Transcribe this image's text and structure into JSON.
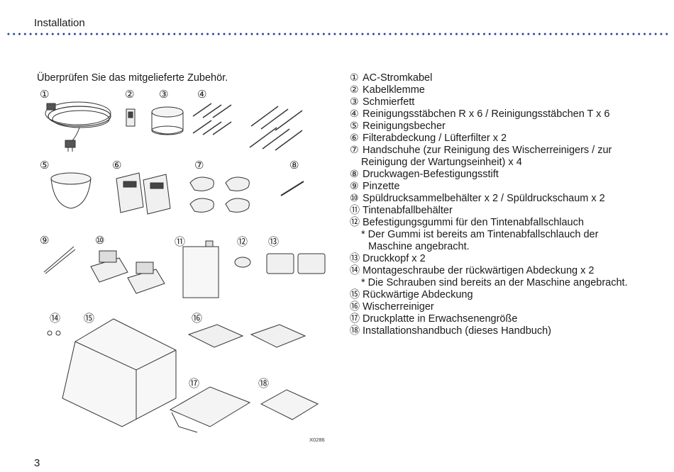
{
  "header": {
    "title": "Installation"
  },
  "intro": "Überprüfen Sie das mitgelieferte Zubehör.",
  "figure": {
    "code": "X0286",
    "numbers": [
      "①",
      "②",
      "③",
      "④",
      "⑤",
      "⑥",
      "⑦",
      "⑧",
      "⑨",
      "⑩",
      "⑪",
      "⑫",
      "⑬",
      "⑭",
      "⑮",
      "⑯",
      "⑰",
      "⑱"
    ]
  },
  "items": [
    {
      "n": "①",
      "text": "AC-Stromkabel"
    },
    {
      "n": "②",
      "text": "Kabelklemme"
    },
    {
      "n": "③",
      "text": "Schmierfett"
    },
    {
      "n": "④",
      "text": "Reinigungsstäbchen R x 6 / Reinigungsstäbchen T x 6"
    },
    {
      "n": "⑤",
      "text": "Reinigungsbecher"
    },
    {
      "n": "⑥",
      "text": "Filterabdeckung / Lüfterfilter x 2"
    },
    {
      "n": "⑦",
      "text": "Handschuhe (zur Reinigung des Wischerreinigers / zur",
      "cont": "Reinigung der Wartungseinheit) x 4"
    },
    {
      "n": "⑧",
      "text": "Druckwagen-Befestigungsstift"
    },
    {
      "n": "⑨",
      "text": "Pinzette"
    },
    {
      "n": "⑩",
      "text": "Spüldrucksammelbehälter x 2 / Spüldruckschaum x 2"
    },
    {
      "n": "⑪",
      "text": "Tintenabfallbehälter"
    },
    {
      "n": "⑫",
      "text": "Befestigungsgummi für den Tintenabfallschlauch",
      "note1": "* Der Gummi ist bereits am Tintenabfallschlauch der",
      "note2": "Maschine angebracht."
    },
    {
      "n": "⑬",
      "text": "Druckkopf x 2"
    },
    {
      "n": "⑭",
      "text": "Montageschraube der rückwärtigen Abdeckung x 2",
      "note1": "* Die Schrauben sind bereits an der Maschine angebracht."
    },
    {
      "n": "⑮",
      "text": "Rückwärtige Abdeckung"
    },
    {
      "n": "⑯",
      "text": "Wischerreiniger"
    },
    {
      "n": "⑰",
      "text": "Druckplatte in Erwachsenengröße"
    },
    {
      "n": "⑱",
      "text": "Installationshandbuch (dieses Handbuch)"
    }
  ],
  "page_number": "3"
}
